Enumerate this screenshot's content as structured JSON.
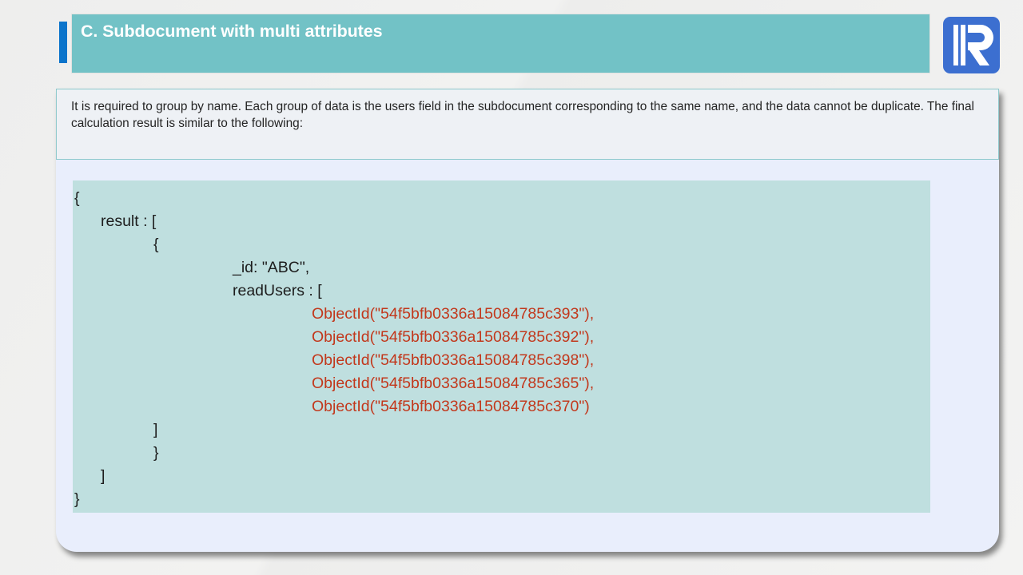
{
  "slide": {
    "title": "C. Subdocument with multi attributes",
    "accent_color": "#0b74cb",
    "title_band_color": "#72c2c6",
    "logo_color": "#3c6fd0",
    "code_background": "#bfdfdf",
    "code_text_color": "#1d1d1d",
    "objectid_color": "#c2381c"
  },
  "logo": {
    "icon": "r-letter-logo-icon"
  },
  "intro": {
    "paragraph": "It is required to group by name. Each group of data is the users field in the subdocument corresponding to the same name, and the data cannot be duplicate. The final calculation result is similar to the following:"
  },
  "code": {
    "lines": [
      {
        "text": "{",
        "indent": 0,
        "kind": "plain"
      },
      {
        "text": "result : [",
        "indent": 1,
        "kind": "plain"
      },
      {
        "text": "{",
        "indent": 3,
        "kind": "plain"
      },
      {
        "text": "_id: \"ABC\",",
        "indent": 6,
        "kind": "plain"
      },
      {
        "text": "readUsers : [",
        "indent": 6,
        "kind": "plain"
      },
      {
        "text": "ObjectId(\"54f5bfb0336a15084785c393\"),",
        "indent": 9,
        "kind": "objectid"
      },
      {
        "text": "ObjectId(\"54f5bfb0336a15084785c392\"),",
        "indent": 9,
        "kind": "objectid"
      },
      {
        "text": "ObjectId(\"54f5bfb0336a15084785c398\"),",
        "indent": 9,
        "kind": "objectid"
      },
      {
        "text": "ObjectId(\"54f5bfb0336a15084785c365\"),",
        "indent": 9,
        "kind": "objectid"
      },
      {
        "text": "ObjectId(\"54f5bfb0336a15084785c370\")",
        "indent": 9,
        "kind": "objectid"
      },
      {
        "text": "]",
        "indent": 3,
        "kind": "plain"
      },
      {
        "text": "}",
        "indent": 3,
        "kind": "plain"
      },
      {
        "text": "]",
        "indent": 1,
        "kind": "plain"
      },
      {
        "text": "}",
        "indent": 0,
        "kind": "plain"
      }
    ]
  }
}
